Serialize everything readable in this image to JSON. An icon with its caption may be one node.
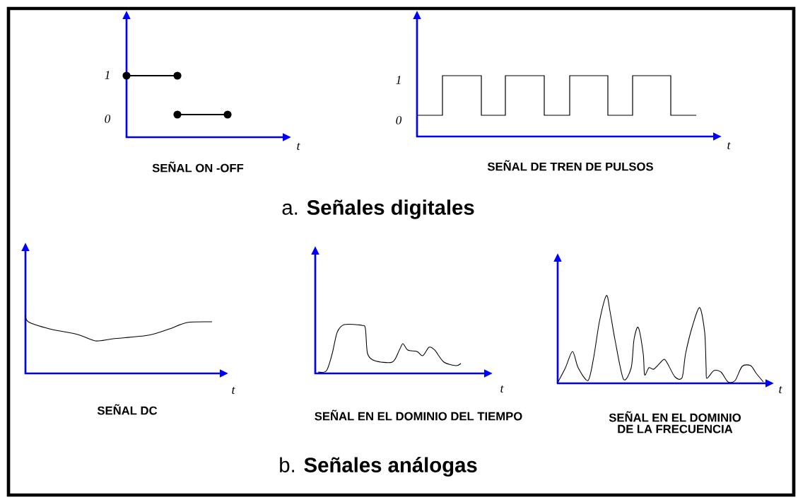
{
  "diagram": {
    "labels": [
      "1",
      "0",
      "t",
      "SEÑAL ON -OFF",
      "1",
      "0",
      "t",
      "SEÑAL DE TREN DE PULSOS",
      "a. **Señales digitales**",
      "t",
      "SEÑAL DC",
      "t",
      "SEÑAL EN EL DOMINIO DEL TIEMPO",
      "t",
      "SEÑAL EN EL DOMINIO DE LA FRECUENCIA",
      "b. **Señales análogas**"
    ]
  }
}
